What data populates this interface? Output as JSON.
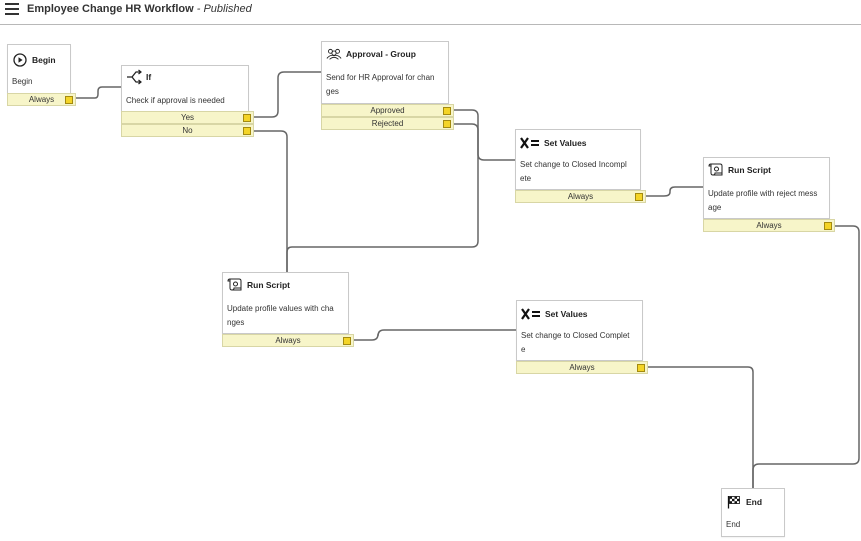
{
  "header": {
    "title": "Employee Change HR Workflow",
    "status": "- Published"
  },
  "nodes": {
    "begin": {
      "title": "Begin",
      "desc": [
        "Begin"
      ],
      "exits": [
        "Always"
      ]
    },
    "if": {
      "title": "If",
      "desc": [
        "Check if approval is needed"
      ],
      "exits": [
        "Yes",
        "No"
      ]
    },
    "approval": {
      "title": "Approval - Group",
      "desc": [
        "Send for HR Approval for chan",
        "ges"
      ],
      "exits": [
        "Approved",
        "Rejected"
      ]
    },
    "set_incomplete": {
      "title": "Set Values",
      "desc": [
        "Set change to Closed Incompl",
        "ete"
      ],
      "exits": [
        "Always"
      ]
    },
    "script_reject": {
      "title": "Run Script",
      "desc": [
        "Update profile with reject mess",
        "age"
      ],
      "exits": [
        "Always"
      ]
    },
    "script_update": {
      "title": "Run Script",
      "desc": [
        "Update profile values with cha",
        "nges"
      ],
      "exits": [
        "Always"
      ]
    },
    "set_complete": {
      "title": "Set Values",
      "desc": [
        "Set change to Closed Complet",
        "e"
      ],
      "exits": [
        "Always"
      ]
    },
    "end": {
      "title": "End",
      "desc": [
        "End"
      ],
      "exits": []
    }
  }
}
